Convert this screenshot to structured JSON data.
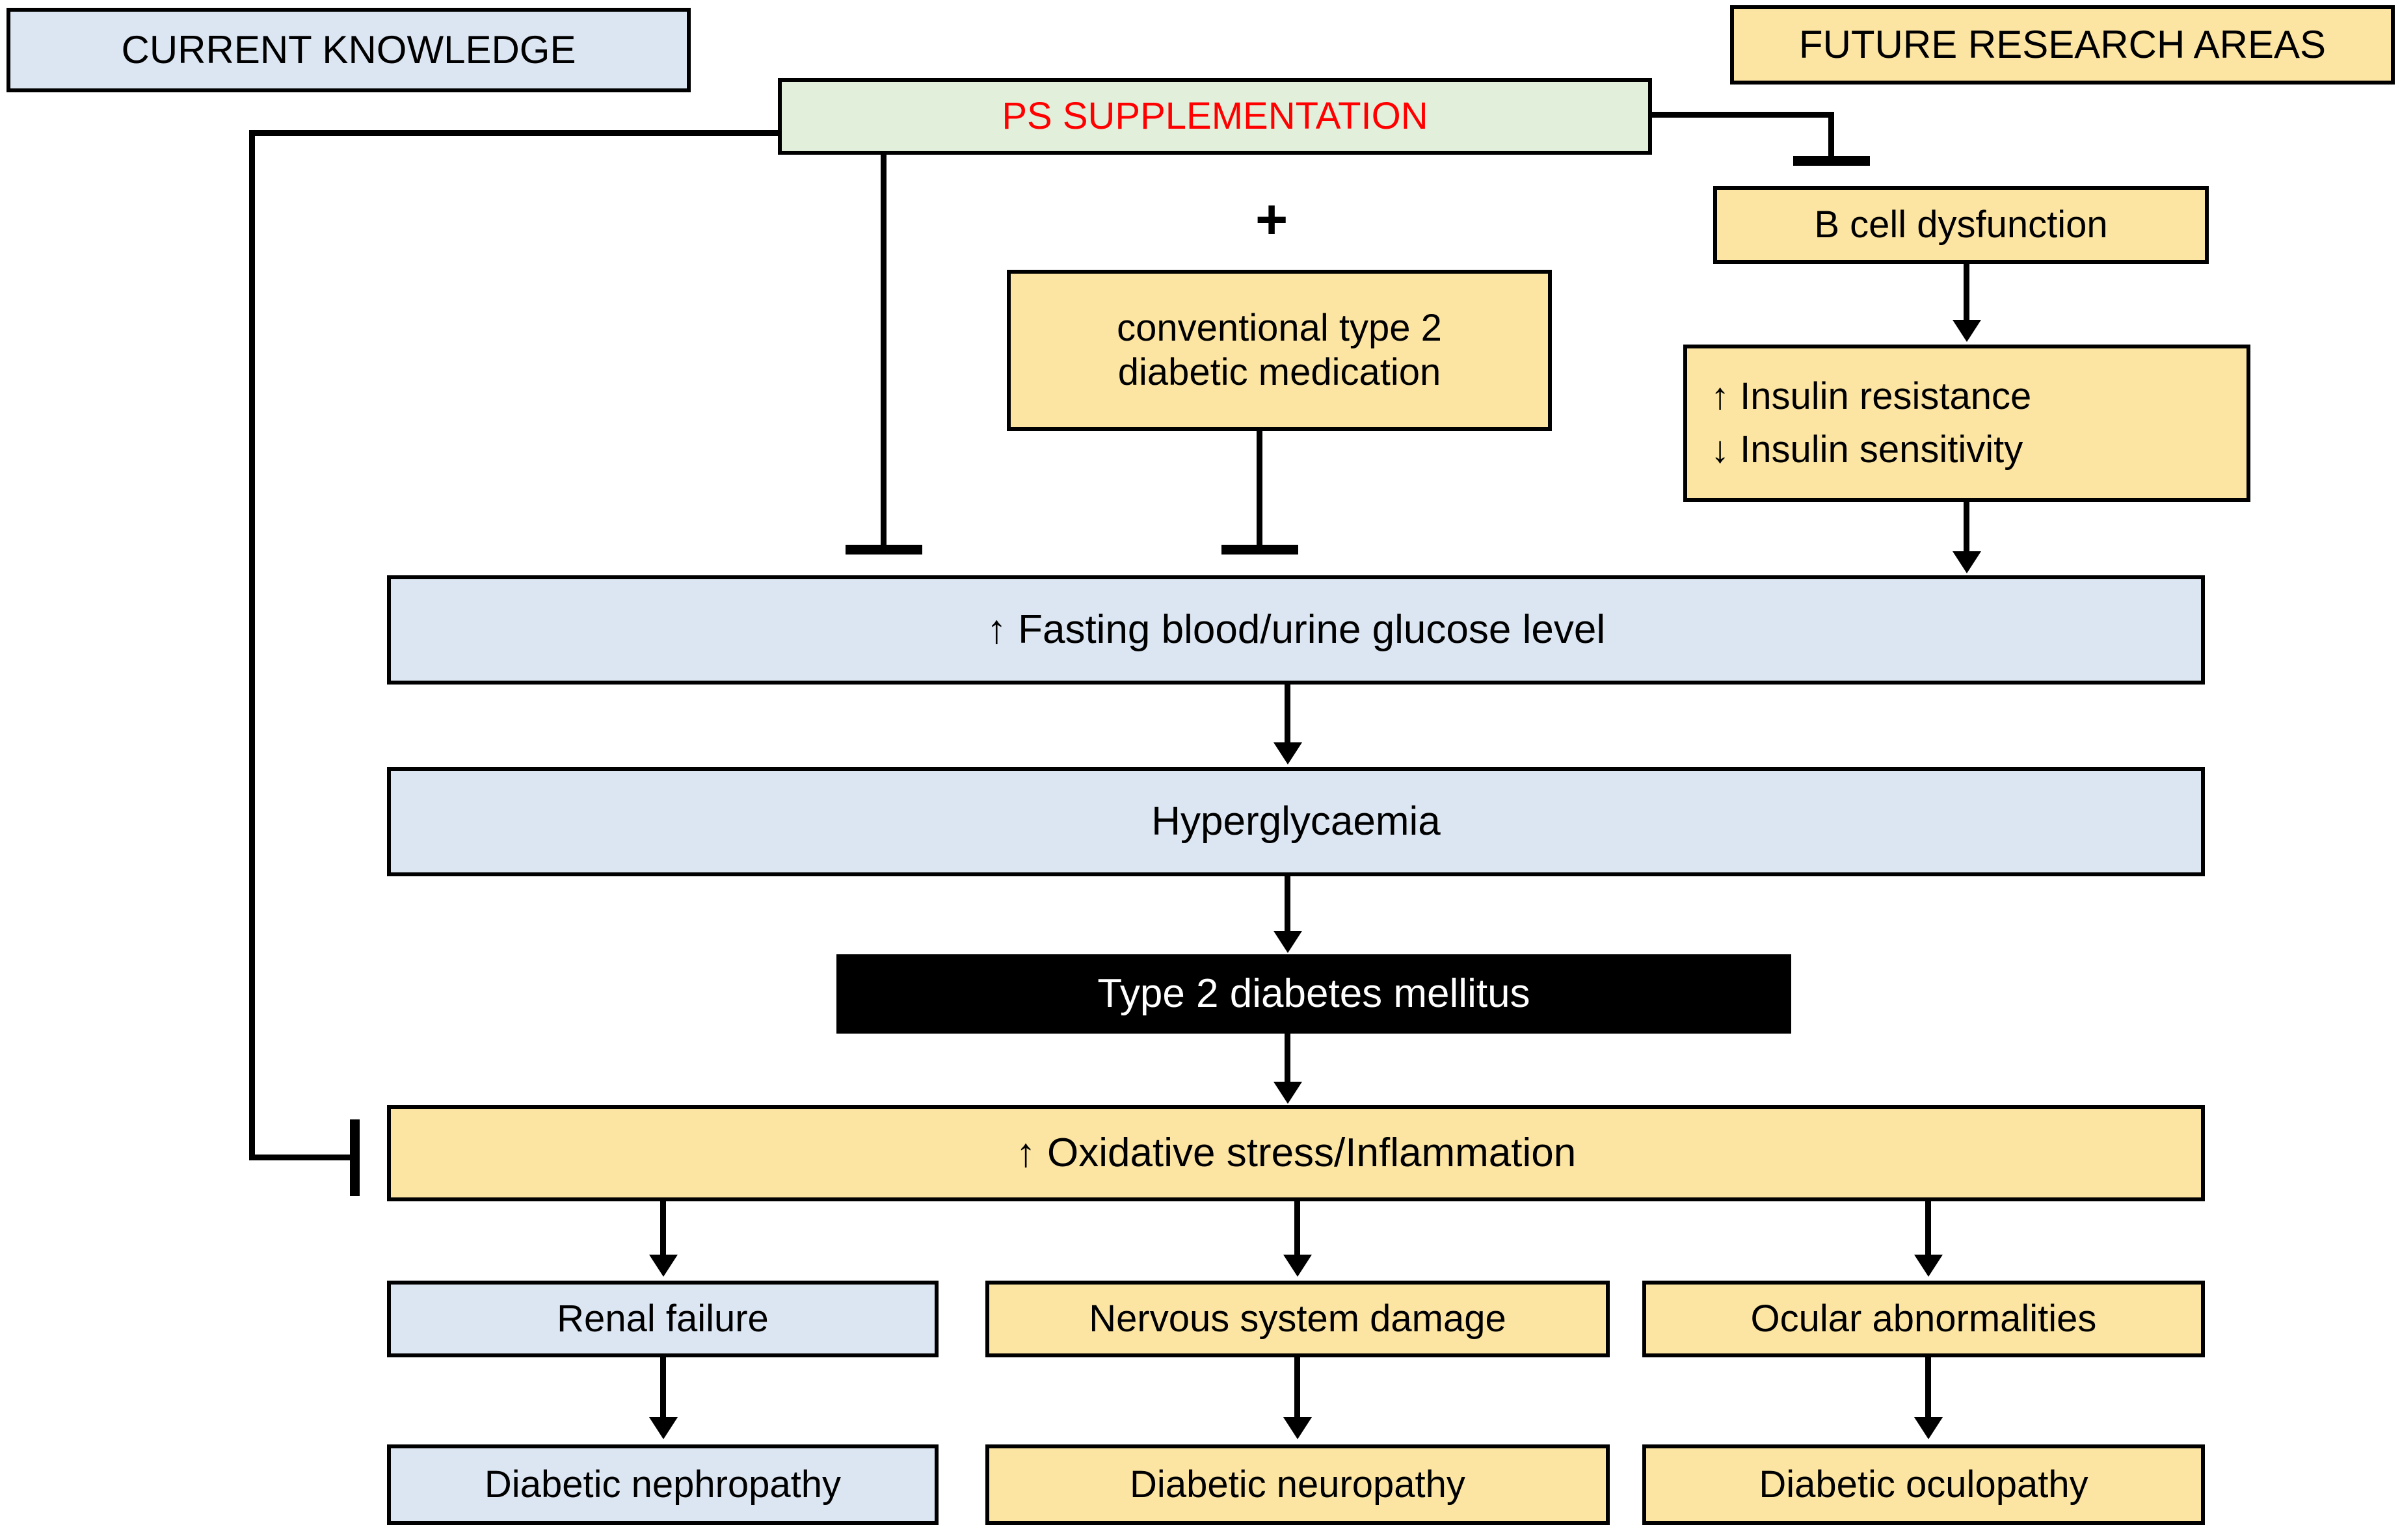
{
  "diagram": {
    "title": "PS supplementation and type 2 diabetes pathway",
    "colors": {
      "current_knowledge_fill": "#dce6f2",
      "future_research_fill": "#fce5a2",
      "ps_supplementation_fill": "#e2efda",
      "ps_supplementation_text": "#ff0000",
      "t2dm_fill": "#000000",
      "t2dm_text": "#ffffff",
      "stroke": "#000000"
    },
    "legend": {
      "current_knowledge": "CURRENT KNOWLEDGE",
      "future_research_areas": "FUTURE RESEARCH AREAS"
    },
    "nodes": {
      "ps_supplementation": "PS SUPPLEMENTATION",
      "plus_sign": "+",
      "conventional_medication": "conventional type 2\ndiabetic medication",
      "b_cell_dysfunction": "B cell dysfunction",
      "insulin_line1": "↑ Insulin resistance",
      "insulin_line2": "↓ Insulin sensitivity",
      "fasting_glucose": "↑ Fasting blood/urine glucose level",
      "hyperglycaemia": "Hyperglycaemia",
      "t2dm": "Type 2 diabetes mellitus",
      "oxidative_stress": "↑ Oxidative stress/Inflammation",
      "renal_failure": "Renal failure",
      "nervous_system_damage": "Nervous system damage",
      "ocular_abnormalities": "Ocular abnormalities",
      "diabetic_nephropathy": "Diabetic nephropathy",
      "diabetic_neuropathy": "Diabetic neuropathy",
      "diabetic_oculopathy": "Diabetic oculopathy"
    },
    "edges": [
      {
        "from": "ps_supplementation",
        "to": "oxidative_stress",
        "type": "inhibition"
      },
      {
        "from": "ps_supplementation",
        "to": "fasting_glucose",
        "type": "inhibition"
      },
      {
        "from": "ps_supplementation",
        "to": "b_cell_dysfunction",
        "type": "inhibition"
      },
      {
        "from": "conventional_medication",
        "to": "fasting_glucose",
        "type": "inhibition"
      },
      {
        "from": "b_cell_dysfunction",
        "to": "insulin_resistance",
        "type": "arrow"
      },
      {
        "from": "insulin_resistance",
        "to": "fasting_glucose",
        "type": "arrow"
      },
      {
        "from": "fasting_glucose",
        "to": "hyperglycaemia",
        "type": "arrow"
      },
      {
        "from": "hyperglycaemia",
        "to": "t2dm",
        "type": "arrow"
      },
      {
        "from": "t2dm",
        "to": "oxidative_stress",
        "type": "arrow"
      },
      {
        "from": "oxidative_stress",
        "to": "renal_failure",
        "type": "arrow"
      },
      {
        "from": "oxidative_stress",
        "to": "nervous_system_damage",
        "type": "arrow"
      },
      {
        "from": "oxidative_stress",
        "to": "ocular_abnormalities",
        "type": "arrow"
      },
      {
        "from": "renal_failure",
        "to": "diabetic_nephropathy",
        "type": "arrow"
      },
      {
        "from": "nervous_system_damage",
        "to": "diabetic_neuropathy",
        "type": "arrow"
      },
      {
        "from": "ocular_abnormalities",
        "to": "diabetic_oculopathy",
        "type": "arrow"
      }
    ]
  }
}
